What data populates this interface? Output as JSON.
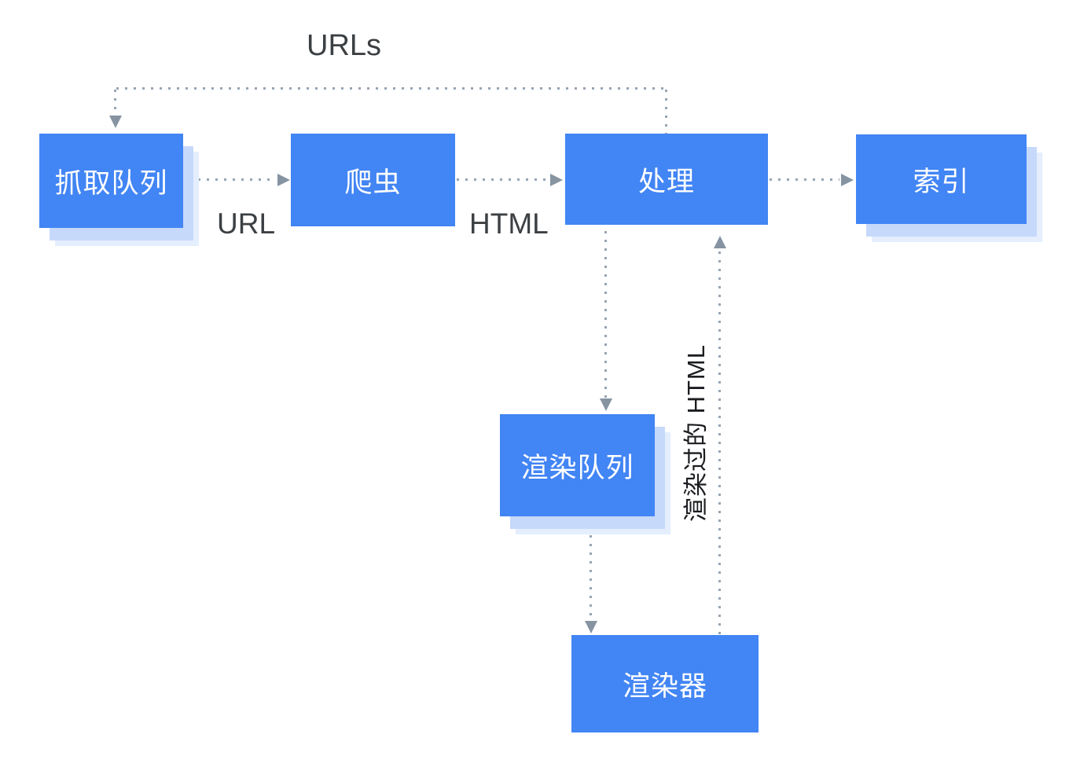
{
  "diagram": {
    "type": "flowchart",
    "nodes": {
      "crawl_queue": {
        "label": "抓取队列"
      },
      "crawler": {
        "label": "爬虫"
      },
      "processing": {
        "label": "处理"
      },
      "index": {
        "label": "索引"
      },
      "render_queue": {
        "label": "渲染队列"
      },
      "renderer": {
        "label": "渲染器"
      }
    },
    "edge_labels": {
      "urls": "URLs",
      "url": "URL",
      "html": "HTML",
      "rendered_html": "渲染过的 HTML"
    },
    "edges": [
      {
        "from": "processing",
        "to": "crawl_queue",
        "label": "URLs",
        "style": "dotted"
      },
      {
        "from": "crawl_queue",
        "to": "crawler",
        "label": "URL",
        "style": "dotted"
      },
      {
        "from": "crawler",
        "to": "processing",
        "label": "HTML",
        "style": "dotted"
      },
      {
        "from": "processing",
        "to": "index",
        "label": "",
        "style": "dotted"
      },
      {
        "from": "processing",
        "to": "render_queue",
        "label": "",
        "style": "dotted"
      },
      {
        "from": "render_queue",
        "to": "renderer",
        "label": "",
        "style": "dotted"
      },
      {
        "from": "renderer",
        "to": "processing",
        "label": "渲染过的 HTML",
        "style": "dotted"
      }
    ],
    "colors": {
      "background": "#ffffff",
      "box": "#4285f4",
      "box_text": "#ffffff",
      "shadow1": "#c6d9fb",
      "shadow2": "#e4eefd",
      "dots": "#97a5b3",
      "arrow": "#8694a2",
      "label": "#3c4043",
      "label_dark": "#1a1c1f"
    }
  }
}
